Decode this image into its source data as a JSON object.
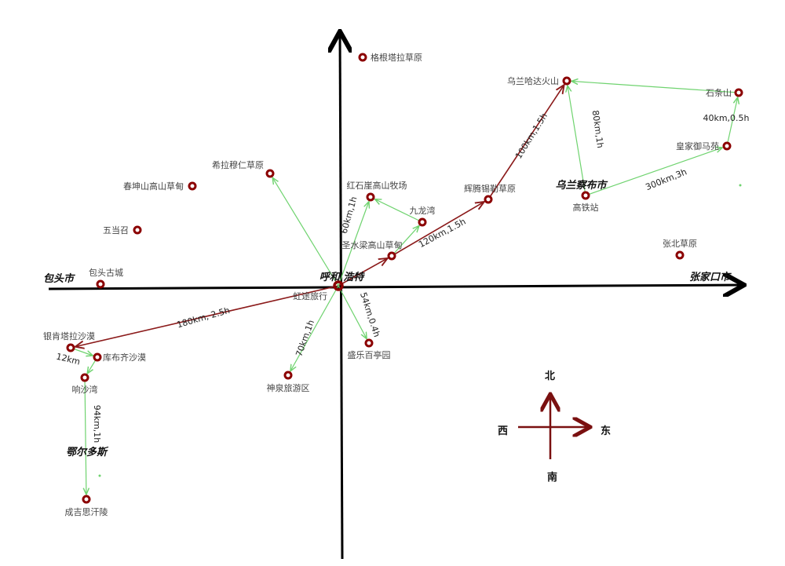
{
  "colors": {
    "route_main": "#8b1a1a",
    "route_side": "#6fd36f",
    "poi": "#8b0000",
    "axis": "#000000"
  },
  "cities": {
    "hohhot": "呼和 浩特",
    "baotou": "包头市",
    "zhangjiakou": "张家口市",
    "ulanqab": "乌兰察布市",
    "ordos": "鄂尔多斯"
  },
  "pois": {
    "gegentala": "格根塔拉草原",
    "wulanhada": "乌兰哈达火山",
    "shitiaoshan": "石条山",
    "huangjia": "皇家御马苑",
    "gaotiezhan": "高铁站",
    "huiteng": "辉腾锡勒草原",
    "xilamuren": "希拉穆仁草原",
    "chunkunshan": "春坤山高山草甸",
    "hongshiya": "红石崖高山牧场",
    "jiulongwan": "九龙湾",
    "shengshuiliang": "圣水梁高山草甸",
    "wudangzhao": "五当召",
    "zhangbei": "张北草原",
    "baotougucheng": "包头古城",
    "hongtu": "虹途旅行",
    "yinken": "银肯塔拉沙漠",
    "kubuqi": "库布齐沙漠",
    "xiangshawan": "响沙湾",
    "shengle": "盛乐百亭园",
    "shenquan": "神泉旅游区",
    "chengjisihan": "成吉思汗陵"
  },
  "routes": [
    {
      "from": "hohhot",
      "to": "shengshuiliang",
      "type": "main",
      "label": ""
    },
    {
      "from": "shengshuiliang",
      "to": "huiteng",
      "type": "main",
      "label": "120km,1.5h"
    },
    {
      "from": "huiteng",
      "to": "wulanhada",
      "type": "main",
      "label": "100km,1.5h"
    },
    {
      "from": "hohhot",
      "to": "yinken",
      "type": "main",
      "label": "180km, 2.5h"
    },
    {
      "from": "hohhot",
      "to": "xilamuren",
      "type": "side",
      "label": ""
    },
    {
      "from": "hohhot",
      "to": "hongshiya",
      "type": "side",
      "label": "60km,1h"
    },
    {
      "from": "shengshuiliang",
      "to": "jiulongwan",
      "type": "side",
      "label": ""
    },
    {
      "from": "jiulongwan",
      "to": "hongshiya",
      "type": "side",
      "label": ""
    },
    {
      "from": "hohhot",
      "to": "shengle",
      "type": "side",
      "label": "54km,0.4h"
    },
    {
      "from": "hohhot",
      "to": "shenquan",
      "type": "side",
      "label": "70km,1h"
    },
    {
      "from": "gaotiezhan",
      "to": "wulanhada",
      "type": "side",
      "label": "80km,1h"
    },
    {
      "from": "gaotiezhan",
      "to": "huangjia",
      "type": "side",
      "label": "300km,3h"
    },
    {
      "from": "huangjia",
      "to": "shitiaoshan",
      "type": "side",
      "label": "40km,0.5h"
    },
    {
      "from": "shitiaoshan",
      "to": "wulanhada",
      "type": "side",
      "label": ""
    },
    {
      "from": "yinken",
      "to": "kubuqi",
      "type": "side",
      "label": "12km"
    },
    {
      "from": "kubuqi",
      "to": "xiangshawan",
      "type": "side",
      "label": ""
    },
    {
      "from": "xiangshawan",
      "to": "chengjisihan",
      "type": "side",
      "label": "94km,1h"
    }
  ],
  "compass": {
    "north": "北",
    "south": "南",
    "west": "西",
    "east": "东"
  }
}
